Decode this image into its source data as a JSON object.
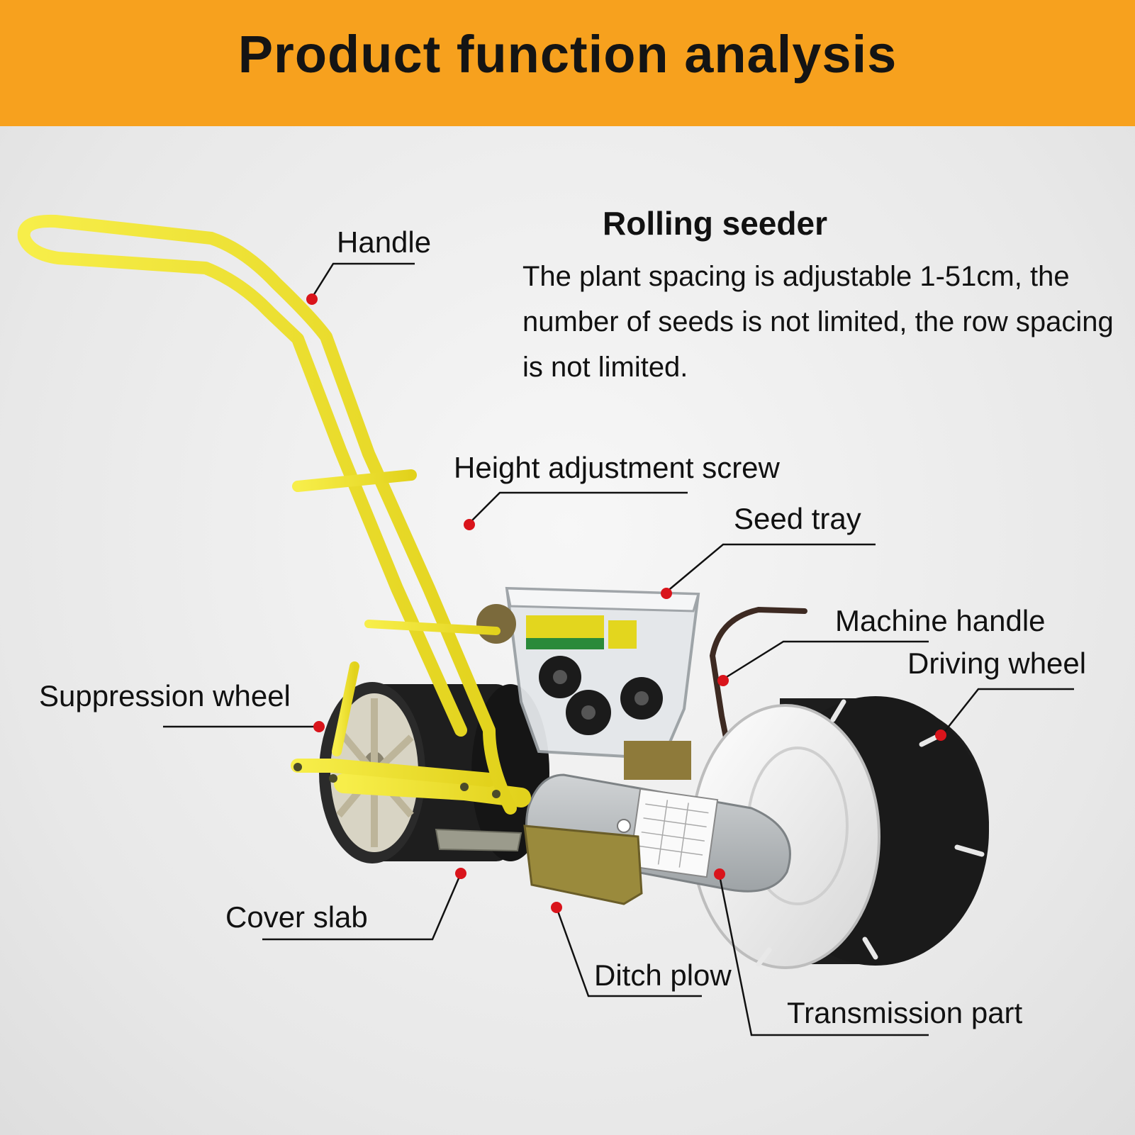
{
  "banner": {
    "title": "Product function analysis",
    "color": "#f7a11e"
  },
  "info": {
    "title": "Rolling seeder",
    "description": "The plant spacing is adjustable 1-51cm, the number of seeds is not limited, the row spacing is not limited."
  },
  "labels": {
    "handle": "Handle",
    "height_adjustment_screw": "Height adjustment screw",
    "seed_tray": "Seed tray",
    "machine_handle": "Machine handle",
    "driving_wheel": "Driving wheel",
    "suppression_wheel": "Suppression wheel",
    "cover_slab": "Cover slab",
    "ditch_plow": "Ditch plow",
    "transmission_part": "Transmission part"
  },
  "colors": {
    "frame": "#f2e631",
    "marker": "#d9141b",
    "wheel": "#1c1c1c",
    "hub": "#f4f4f4",
    "plate": "#b8bcbe"
  }
}
